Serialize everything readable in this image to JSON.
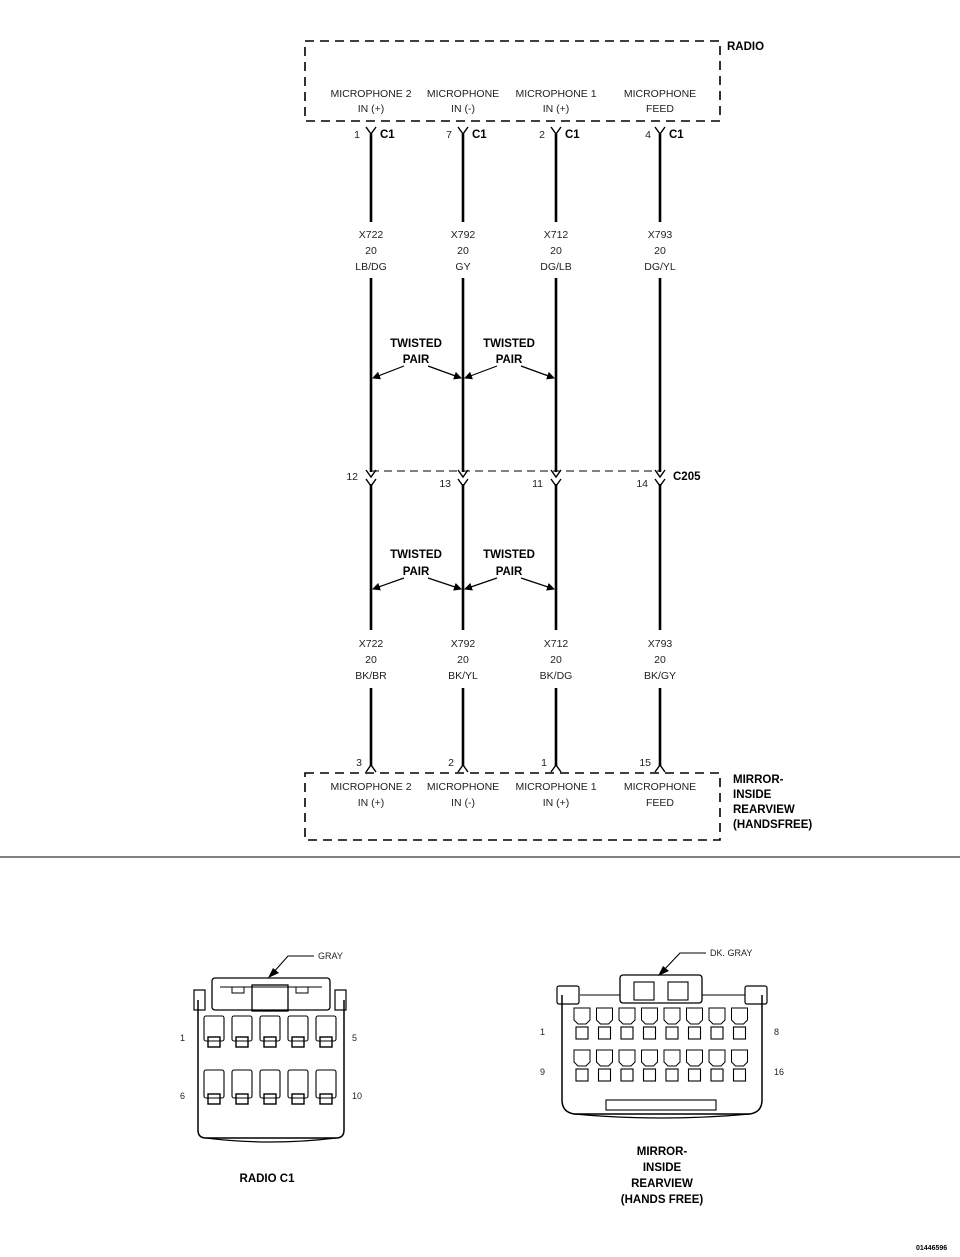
{
  "radio": {
    "title": "RADIO",
    "connector": "C1",
    "pins": [
      {
        "num": "1",
        "line1": "MICROPHONE 2",
        "line2": "IN (+)"
      },
      {
        "num": "7",
        "line1": "MICROPHONE",
        "line2": "IN (-)"
      },
      {
        "num": "2",
        "line1": "MICROPHONE 1",
        "line2": "IN (+)"
      },
      {
        "num": "4",
        "line1": "MICROPHONE",
        "line2": "FEED"
      }
    ]
  },
  "upper_wires": [
    {
      "circuit": "X722",
      "gauge": "20",
      "color": "LB/DG"
    },
    {
      "circuit": "X792",
      "gauge": "20",
      "color": "GY"
    },
    {
      "circuit": "X712",
      "gauge": "20",
      "color": "DG/LB"
    },
    {
      "circuit": "X793",
      "gauge": "20",
      "color": "DG/YL"
    }
  ],
  "twisted_pair": {
    "line1": "TWISTED",
    "line2": "PAIR"
  },
  "splice": {
    "name": "C205",
    "pins": [
      "12",
      "13",
      "11",
      "14"
    ]
  },
  "lower_wires": [
    {
      "circuit": "X722",
      "gauge": "20",
      "color": "BK/BR"
    },
    {
      "circuit": "X792",
      "gauge": "20",
      "color": "BK/YL"
    },
    {
      "circuit": "X712",
      "gauge": "20",
      "color": "BK/DG"
    },
    {
      "circuit": "X793",
      "gauge": "20",
      "color": "BK/GY"
    }
  ],
  "mirror": {
    "title_lines": [
      "MIRROR-",
      "INSIDE",
      "REARVIEW",
      "(HANDSFREE)"
    ],
    "pins": [
      {
        "num": "3",
        "line1": "MICROPHONE 2",
        "line2": "IN (+)"
      },
      {
        "num": "2",
        "line1": "MICROPHONE",
        "line2": "IN (-)"
      },
      {
        "num": "1",
        "line1": "MICROPHONE 1",
        "line2": "IN (+)"
      },
      {
        "num": "15",
        "line1": "MICROPHONE",
        "line2": "FEED"
      }
    ]
  },
  "radio_connector": {
    "color_label": "GRAY",
    "caption": "RADIO C1",
    "pin_labels": {
      "top_left": "1",
      "top_right": "5",
      "bottom_left": "6",
      "bottom_right": "10"
    }
  },
  "mirror_connector": {
    "color_label": "DK. GRAY",
    "caption_lines": [
      "MIRROR-",
      "INSIDE",
      "REARVIEW",
      "(HANDS FREE)"
    ],
    "pin_labels": {
      "top_left": "1",
      "top_right": "8",
      "bottom_left": "9",
      "bottom_right": "16"
    }
  },
  "figure_id": "01446596"
}
